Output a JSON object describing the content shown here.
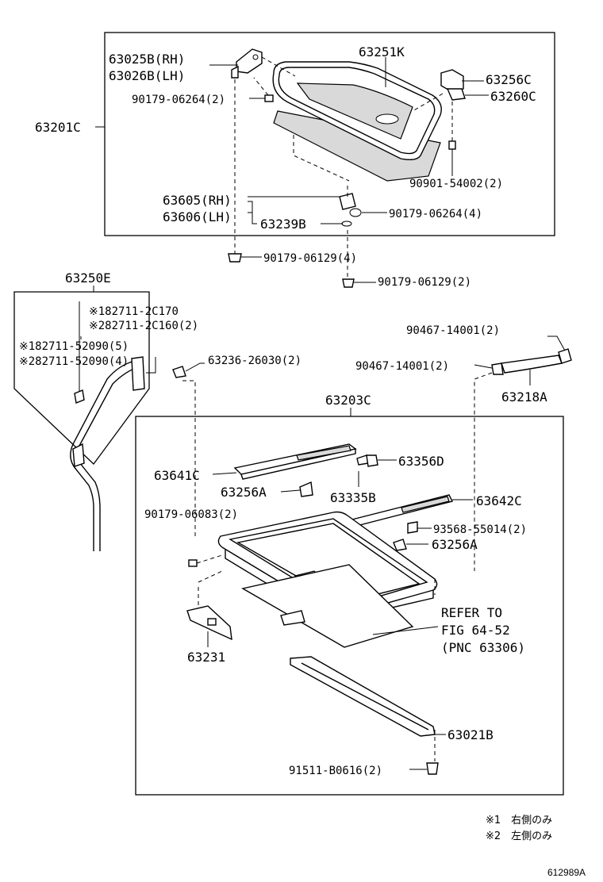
{
  "labels": {
    "p63201C": "63201C",
    "p63025B": "63025B(RH)",
    "p63026B": "63026B(LH)",
    "p90179_06264_2": "90179-06264(2)",
    "p63251K": "63251K",
    "p63256C": "63256C",
    "p63260C": "63260C",
    "p90901_54002": "90901-54002(2)",
    "p63605": "63605(RH)",
    "p63606": "63606(LH)",
    "p63239B": "63239B",
    "p90179_06264_4": "90179-06264(4)",
    "p90179_06129_4": "90179-06129(4)",
    "p90179_06129_2": "90179-06129(2)",
    "p63250E": "63250E",
    "p82711_2C170": "※182711-2C170",
    "p82711_2C160": "※282711-2C160(2)",
    "p82711_52090_5": "※182711-52090(5)",
    "p82711_52090_4": "※282711-52090(4)",
    "p63236": "63236-26030(2)",
    "p90467_a": "90467-14001(2)",
    "p90467_b": "90467-14001(2)",
    "p63218A": "63218A",
    "p63203C": "63203C",
    "p63641C": "63641C",
    "p63356D": "63356D",
    "p63256A_1": "63256A",
    "p63335B": "63335B",
    "p63642C": "63642C",
    "p90179_06083": "90179-06083(2)",
    "p93568": "93568-55014(2)",
    "p63256A_2": "63256A",
    "refer1": "REFER TO",
    "refer2": "FIG 64-52",
    "refer3": "(PNC 63306)",
    "p63231": "63231",
    "p63021B": "63021B",
    "p91511": "91511-B0616(2)"
  },
  "notes": {
    "note1": "※1　右側のみ",
    "note2": "※2　左側のみ"
  },
  "figure_number": "612989A"
}
